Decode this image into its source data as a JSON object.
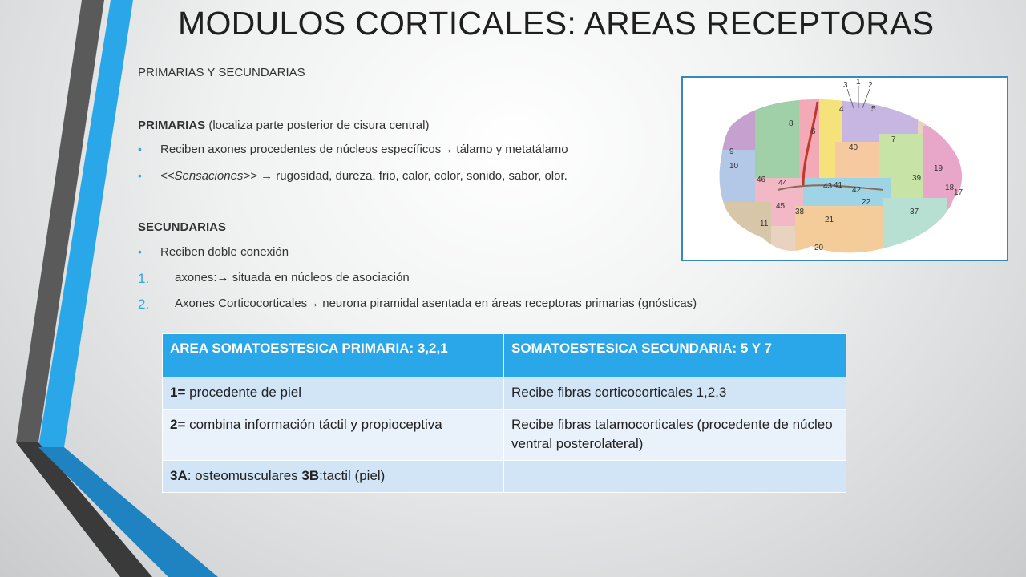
{
  "slide": {
    "title": "MODULOS CORTICALES: AREAS RECEPTORAS",
    "subtitle": "PRIMARIAS Y SECUNDARIAS",
    "primarias": {
      "heading_bold": "PRIMARIAS",
      "heading_rest": " (localiza parte posterior de cisura central)",
      "bullets": [
        {
          "before": "Reciben axones procedentes de núcleos específicos",
          "arrow": "→",
          "after": " tálamo y metatálamo"
        },
        {
          "before": "<<Sensaciones>> ",
          "arrow": "→",
          "after": "  rugosidad, dureza, frio, calor, color, sonido, sabor, olor."
        }
      ]
    },
    "secundarias": {
      "heading": "SECUNDARIAS",
      "bullet": "Reciben doble conexión",
      "numbered": [
        {
          "num": "1.",
          "before": "axones:",
          "arrow": "→",
          "after": " situada en núcleos de asociación"
        },
        {
          "num": "2.",
          "before": "Axones Corticocorticales",
          "arrow": "→",
          "after": " neurona piramidal asentada en áreas receptoras primarias (gnósticas)"
        }
      ]
    },
    "bullet_glyph": "•",
    "accent_color": "#2aa7e8"
  },
  "brain_labels": [
    "3",
    "1",
    "2",
    "4",
    "5",
    "8",
    "6",
    "7",
    "9",
    "40",
    "10",
    "46",
    "44",
    "41",
    "42",
    "39",
    "19",
    "18",
    "17",
    "43",
    "22",
    "45",
    "38",
    "21",
    "37",
    "11",
    "20"
  ],
  "table": {
    "headers": [
      "AREA SOMATOESTESICA PRIMARIA: 3,2,1",
      "SOMATOESTESICA SECUNDARIA: 5  Y 7"
    ],
    "rows": [
      {
        "c1_bold": "1=",
        "c1_rest": " procedente de piel",
        "c2": "Recibe fibras corticocorticales 1,2,3"
      },
      {
        "c1_bold": "2=",
        "c1_rest": " combina información táctil y propioceptiva",
        "c2": "Recibe fibras talamocorticales (procedente de núcleo ventral posterolateral)"
      },
      {
        "c1_b1": "3A",
        "c1_t1": ": osteomusculares  ",
        "c1_b2": "3B",
        "c1_t2": ":tactil (piel)",
        "c2": ""
      }
    ]
  }
}
